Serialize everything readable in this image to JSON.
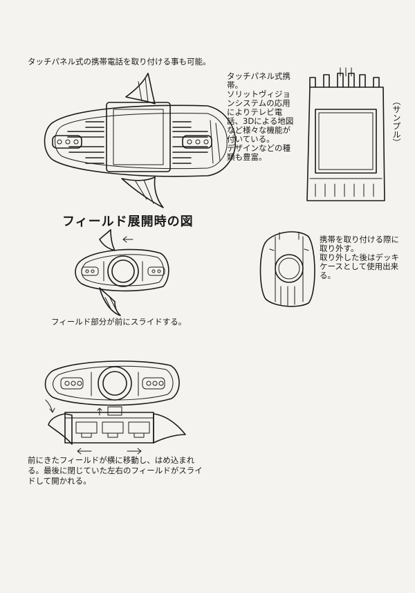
{
  "captions": {
    "intro": "タッチパネル式の携帯電話を取り付ける事も可能。",
    "touch_panel_note": [
      "タッチパネル式携",
      "帯。",
      "ソリットヴィジョ",
      "ンシステムの応用",
      "によりテレビ電",
      "話、3Dによる地図",
      "など様々な機能が",
      "付いている。",
      "デザインなどの種",
      "類も豊富。"
    ],
    "sample_label": "（サンプル）",
    "section_heading": "フィールド展開時の図",
    "attach_note": [
      "携帯を取り付ける際に",
      "取り外す。",
      "取り外した後はデッキ",
      "ケースとして使用出来",
      "る。"
    ],
    "slide_note": "フィールド部分が前にスライドする。",
    "final_note": [
      "前にきたフィールドが横に移動し、はめ込まれ",
      "る。最後に閉じていた左右のフィールドがスライ",
      "ドして開かれる。"
    ]
  }
}
